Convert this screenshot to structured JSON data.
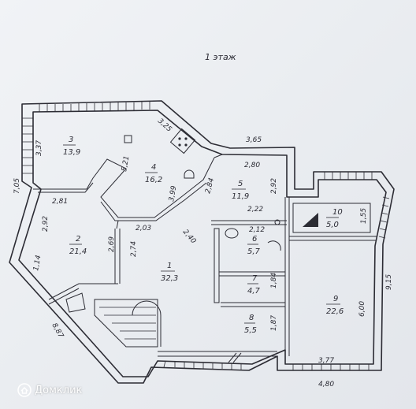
{
  "title": "1 этаж",
  "rooms": [
    {
      "id": "1",
      "area": "32,3"
    },
    {
      "id": "2",
      "area": "21,4"
    },
    {
      "id": "3",
      "area": "13,9"
    },
    {
      "id": "4",
      "area": "16,2"
    },
    {
      "id": "5",
      "area": "11,9"
    },
    {
      "id": "6",
      "area": "5,7"
    },
    {
      "id": "7",
      "area": "4,7"
    },
    {
      "id": "8",
      "area": "5,5"
    },
    {
      "id": "9",
      "area": "22,6"
    },
    {
      "id": "10",
      "area": "5,0"
    }
  ],
  "dimensions": [
    "3,25",
    "3,37",
    "5,21",
    "3,99",
    "7,05",
    "2,81",
    "2,92",
    "1,14",
    "2,69",
    "2,74",
    "2,03",
    "2,40",
    "2,84",
    "3,65",
    "2,80",
    "2,92",
    "2,22",
    "2,12",
    "1,84",
    "1,87",
    "1,55",
    "6,00",
    "9,15",
    "3,77",
    "4,80",
    "8,87"
  ],
  "watermark": {
    "text": "Домклик",
    "logo": "domclick-logo-icon"
  }
}
